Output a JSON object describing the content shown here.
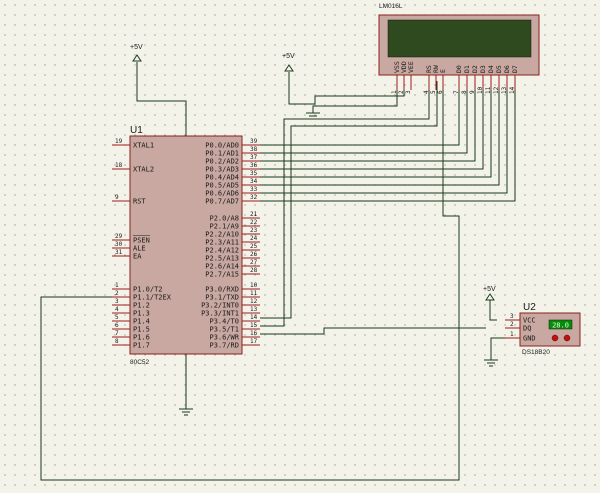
{
  "mcu": {
    "ref": "U1",
    "part": "80C52",
    "left_pins": [
      {
        "num": "19",
        "name": "XTAL1"
      },
      {
        "num": "18",
        "name": "XTAL2"
      },
      {
        "num": "9",
        "name": "RST"
      },
      {
        "num": "29",
        "name": "PSEN"
      },
      {
        "num": "30",
        "name": "ALE"
      },
      {
        "num": "31",
        "name": "EA"
      },
      {
        "num": "1",
        "name": "P1.0/T2"
      },
      {
        "num": "2",
        "name": "P1.1/T2EX"
      },
      {
        "num": "3",
        "name": "P1.2"
      },
      {
        "num": "4",
        "name": "P1.3"
      },
      {
        "num": "5",
        "name": "P1.4"
      },
      {
        "num": "6",
        "name": "P1.5"
      },
      {
        "num": "7",
        "name": "P1.6"
      },
      {
        "num": "8",
        "name": "P1.7"
      }
    ],
    "right_pins": [
      {
        "num": "39",
        "name": "P0.0/AD0"
      },
      {
        "num": "38",
        "name": "P0.1/AD1"
      },
      {
        "num": "37",
        "name": "P0.2/AD2"
      },
      {
        "num": "36",
        "name": "P0.3/AD3"
      },
      {
        "num": "35",
        "name": "P0.4/AD4"
      },
      {
        "num": "34",
        "name": "P0.5/AD5"
      },
      {
        "num": "33",
        "name": "P0.6/AD6"
      },
      {
        "num": "32",
        "name": "P0.7/AD7"
      },
      {
        "num": "21",
        "name": "P2.0/A8"
      },
      {
        "num": "22",
        "name": "P2.1/A9"
      },
      {
        "num": "23",
        "name": "P2.2/A10"
      },
      {
        "num": "24",
        "name": "P2.3/A11"
      },
      {
        "num": "25",
        "name": "P2.4/A12"
      },
      {
        "num": "26",
        "name": "P2.5/A13"
      },
      {
        "num": "27",
        "name": "P2.6/A14"
      },
      {
        "num": "28",
        "name": "P2.7/A15"
      },
      {
        "num": "10",
        "name": "P3.0/RXD"
      },
      {
        "num": "11",
        "name": "P3.1/TXD"
      },
      {
        "num": "12",
        "name": "P3.2/INT0"
      },
      {
        "num": "13",
        "name": "P3.3/INT1"
      },
      {
        "num": "14",
        "name": "P3.4/T0"
      },
      {
        "num": "15",
        "name": "P3.5/T1"
      },
      {
        "num": "16",
        "name": "P3.6/WR"
      },
      {
        "num": "17",
        "name": "P3.7/RD"
      }
    ]
  },
  "lcd": {
    "ref": "LM016L",
    "pin_names": [
      "VSS",
      "VDD",
      "VEE",
      "RS",
      "RW",
      "E",
      "D0",
      "D1",
      "D2",
      "D3",
      "D4",
      "D5",
      "D6",
      "D7"
    ],
    "pin_nums": [
      "1",
      "2",
      "3",
      "4",
      "5",
      "6",
      "7",
      "8",
      "9",
      "10",
      "11",
      "12",
      "13",
      "14"
    ]
  },
  "sensor": {
    "ref": "U2",
    "part": "DS18B20",
    "reading": "28.0",
    "pins": [
      {
        "num": "3",
        "name": "VCC"
      },
      {
        "num": "2",
        "name": "DQ"
      },
      {
        "num": "1",
        "name": "GND"
      }
    ]
  },
  "power": {
    "vcc_label": "+5V"
  },
  "colors": {
    "wire": "#1a3a1a",
    "body": "#c8a8a0",
    "body_border": "#8a2020",
    "pin": "#a01818",
    "lcd_screen": "#2e4a1e",
    "sensor_display": "#0a8a0a",
    "grid_dot": "#9a9a90"
  }
}
